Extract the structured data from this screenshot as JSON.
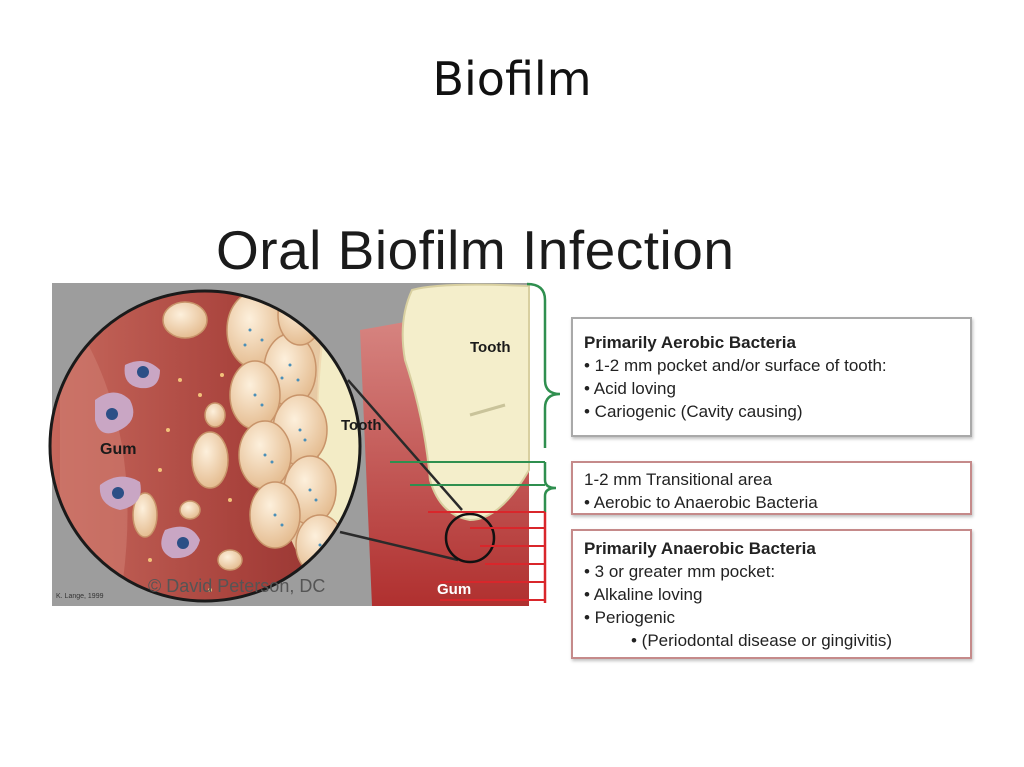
{
  "slide": {
    "title": "Biofilm"
  },
  "figure": {
    "title": "Oral Biofilm Infection",
    "labels": {
      "gum_left": "Gum",
      "tooth_inner": "Tooth",
      "tooth_right": "Tooth",
      "gum_right": "Gum",
      "copyright": "© David Peterson, DC",
      "signature": "K. Lange, 1999"
    }
  },
  "boxes": {
    "aerobic": {
      "header": "Primarily Aerobic Bacteria",
      "items": [
        "• 1-2 mm pocket and/or surface of tooth:",
        "• Acid loving",
        "• Cariogenic (Cavity causing)"
      ]
    },
    "transitional": {
      "items": [
        "1-2 mm Transitional area",
        "• Aerobic to Anaerobic Bacteria"
      ]
    },
    "anaerobic": {
      "header": "Primarily Anaerobic Bacteria",
      "items": [
        "• 3 or greater mm pocket:",
        "• Alkaline loving",
        "• Periogenic"
      ],
      "sub_item": "• (Periodontal disease or gingivitis)"
    }
  },
  "colors": {
    "aerobic_bracket": "#2f8f4f",
    "anaerobic_bracket": "#d9262b",
    "gum": "#b8514a",
    "tooth": "#f3ecc6"
  }
}
